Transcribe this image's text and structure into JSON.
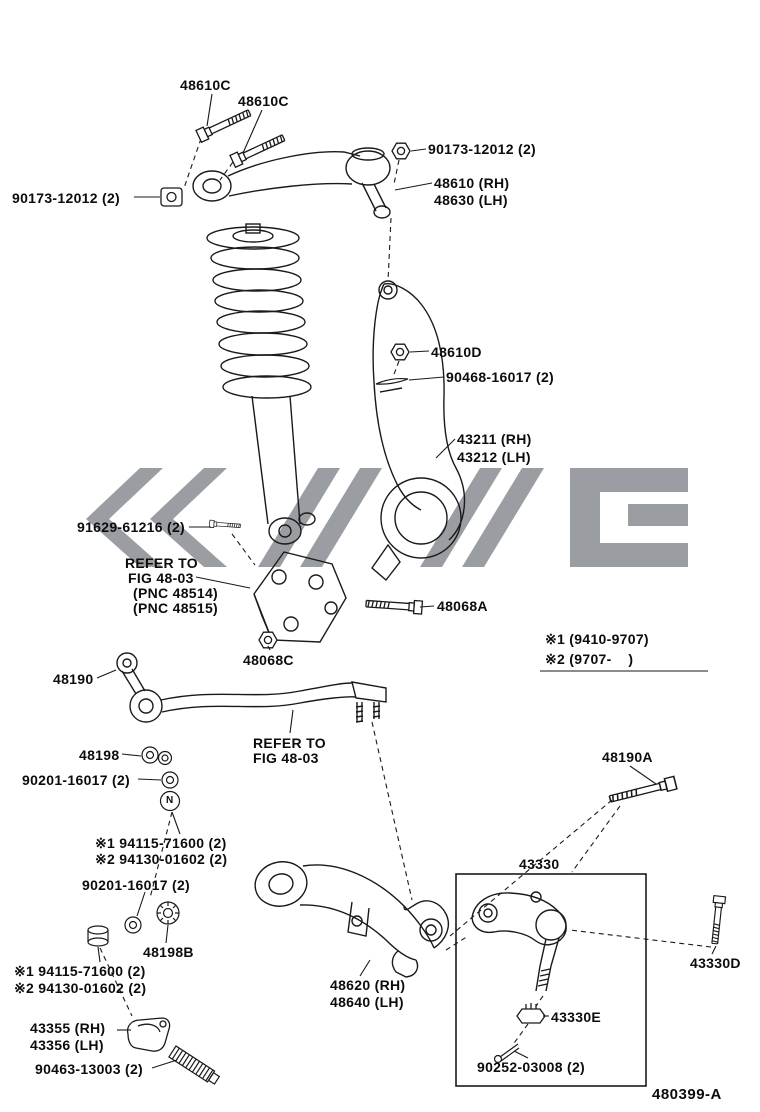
{
  "figure": {
    "code": "480399-A",
    "title_hint": "front suspension exploded parts diagram"
  },
  "labels": {
    "bolt_48610C_1": "48610C",
    "bolt_48610C_2": "48610C",
    "nut_90173_right": "90173-12012 (2)",
    "arm_upper_rh": "48610 (RH)",
    "arm_upper_lh": "48630 (LH)",
    "nut_90173_left": "90173-12012 (2)",
    "nut_48610D": "48610D",
    "pin_90468": "90468-16017 (2)",
    "knuckle_rh": "43211 (RH)",
    "knuckle_lh": "43212 (LH)",
    "bolt_91629": "91629-61216 (2)",
    "refer1_line1": "REFER TO",
    "refer1_line2": "FIG 48-03",
    "refer1_pnc1": "(PNC 48514)",
    "refer1_pnc2": "(PNC 48515)",
    "bolt_48068A": "48068A",
    "nut_48068C": "48068C",
    "note_star1": "※1 (9410-9707)",
    "note_star2": "※2 (9707-    )",
    "link_48190": "48190",
    "refer2_line1": "REFER TO",
    "refer2_line2": "FIG 48-03",
    "retainer_48198": "48198",
    "washer_90201_upper": "90201-16017 (2)",
    "bolt_48190A": "48190A",
    "note_94115_upper": "※1 94115-71600 (2)",
    "note_94130_upper": "※2 94130-01602 (2)",
    "washer_90201_lower": "90201-16017 (2)",
    "arm_43330": "43330",
    "retainer_48198B": "48198B",
    "bolt_43330D": "43330D",
    "note_94115_lower": "※1 94115-71600 (2)",
    "note_94130_lower": "※2 94130-01602 (2)",
    "arm_lower_rh": "48620 (RH)",
    "arm_lower_lh": "48640 (LH)",
    "clamp_rh": "43355 (RH)",
    "clamp_lh": "43356 (LH)",
    "nut_43330E": "43330E",
    "clamp_90463": "90463-13003 (2)",
    "pin_90252": "90252-03008 (2)",
    "n_mark": "N"
  },
  "colors": {
    "line": "#1a1a1a",
    "watermark": "#9a9da1",
    "background": "#ffffff"
  }
}
